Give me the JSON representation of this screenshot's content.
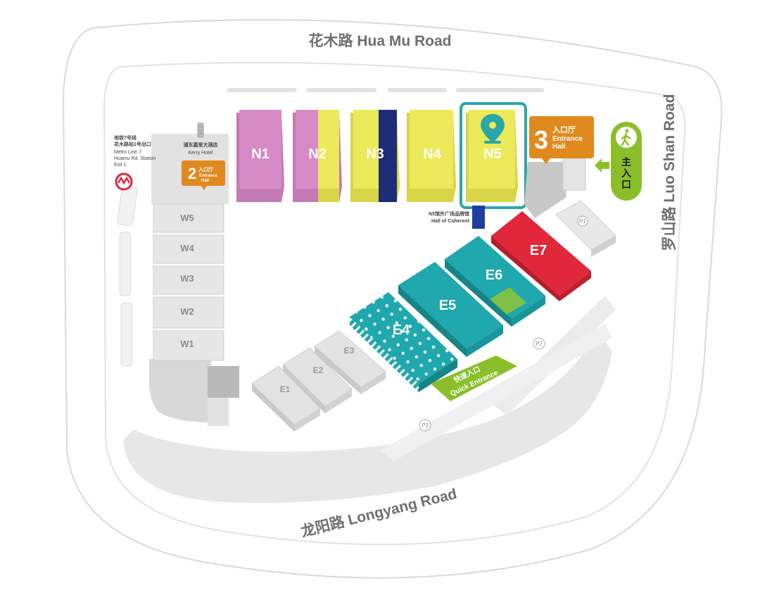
{
  "roads": {
    "north": "花木路  Hua Mu Road",
    "east": "罗山路  Luo Shan Road",
    "south": "龙阳路  Longyang Road"
  },
  "north_halls": [
    "N1",
    "N2",
    "N3",
    "N4",
    "N5"
  ],
  "west_halls": [
    "W5",
    "W4",
    "W3",
    "W2",
    "W1"
  ],
  "east_halls": [
    "E7",
    "E6",
    "E5",
    "E4",
    "E3",
    "E2",
    "E1"
  ],
  "parking": [
    "P1",
    "P2",
    "P3"
  ],
  "entrance_2": {
    "number": "2",
    "cn": "入口厅",
    "en_line1": "Entrance",
    "en_line2": "Hall"
  },
  "entrance_3": {
    "number": "3",
    "cn": "入口厅",
    "en_line1": "Entrance",
    "en_line2": "Hall"
  },
  "main_entrance": {
    "line1": "主",
    "line2": "入",
    "line3": "口"
  },
  "quick_entrance": {
    "cn": "快速入口",
    "en": "Quick Entrance"
  },
  "metro": {
    "line1": "地铁7号线",
    "line2": "花木路站1号出口",
    "line3": "Metro Line 7",
    "line4": "Huamu Rd. Station",
    "line5": "Exit 1"
  },
  "hotel": {
    "cn": "浦东嘉里大酒店",
    "en": "Kerry Hotel"
  },
  "coherent": {
    "cn": "N5馆外广场品牌馆",
    "en": "Hall of Coherent"
  },
  "highlighted_hall": "N5",
  "colors": {
    "pink": "#d68ac6",
    "yellow": "#ece95a",
    "navy": "#1e2d7a",
    "teal": "#1fa8ad",
    "red": "#e0283a",
    "orange": "#e08a1e",
    "green": "#8bbf2a",
    "highlight": "#2ba6a6",
    "gray": "#dcdcdc"
  }
}
